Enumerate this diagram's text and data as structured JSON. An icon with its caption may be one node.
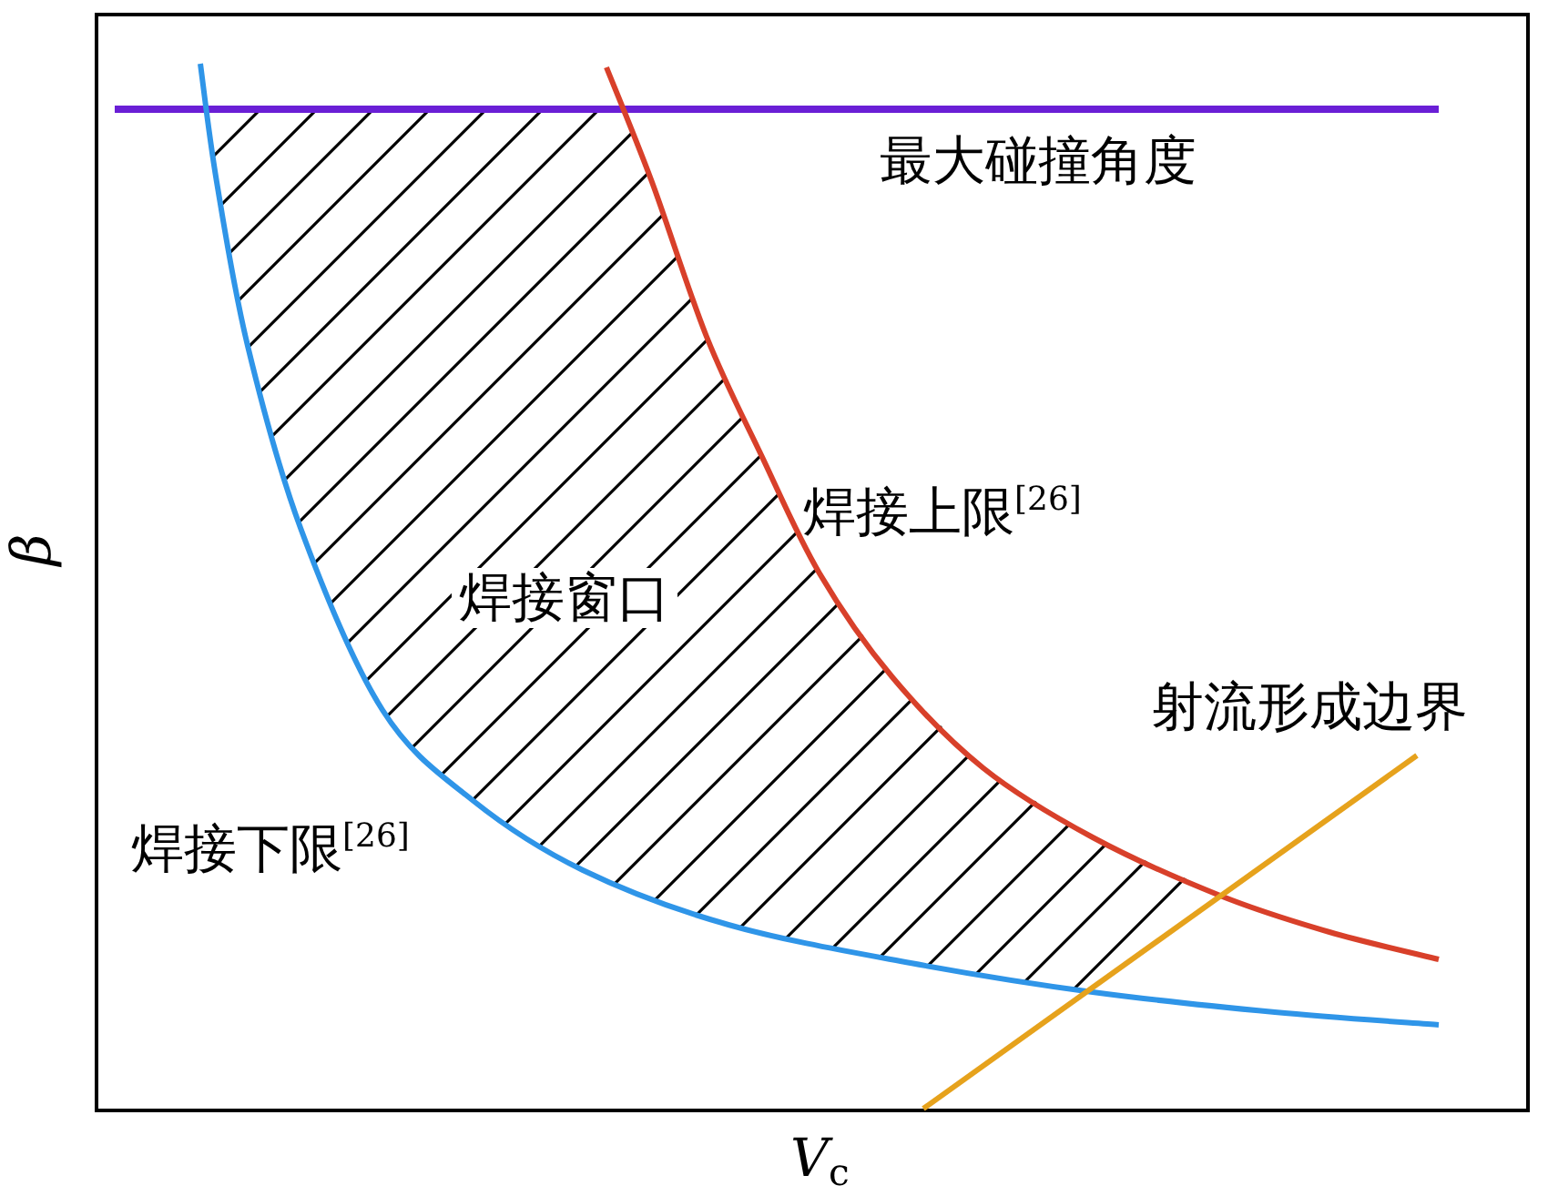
{
  "diagram": {
    "labels": [
      "最大碰撞角度",
      "焊接上限$^{[26]}$",
      "焊接窗口",
      "射流形成边界",
      "焊接下限$^{[26]}$",
      "β",
      "*V*$_{c}$"
    ]
  }
}
